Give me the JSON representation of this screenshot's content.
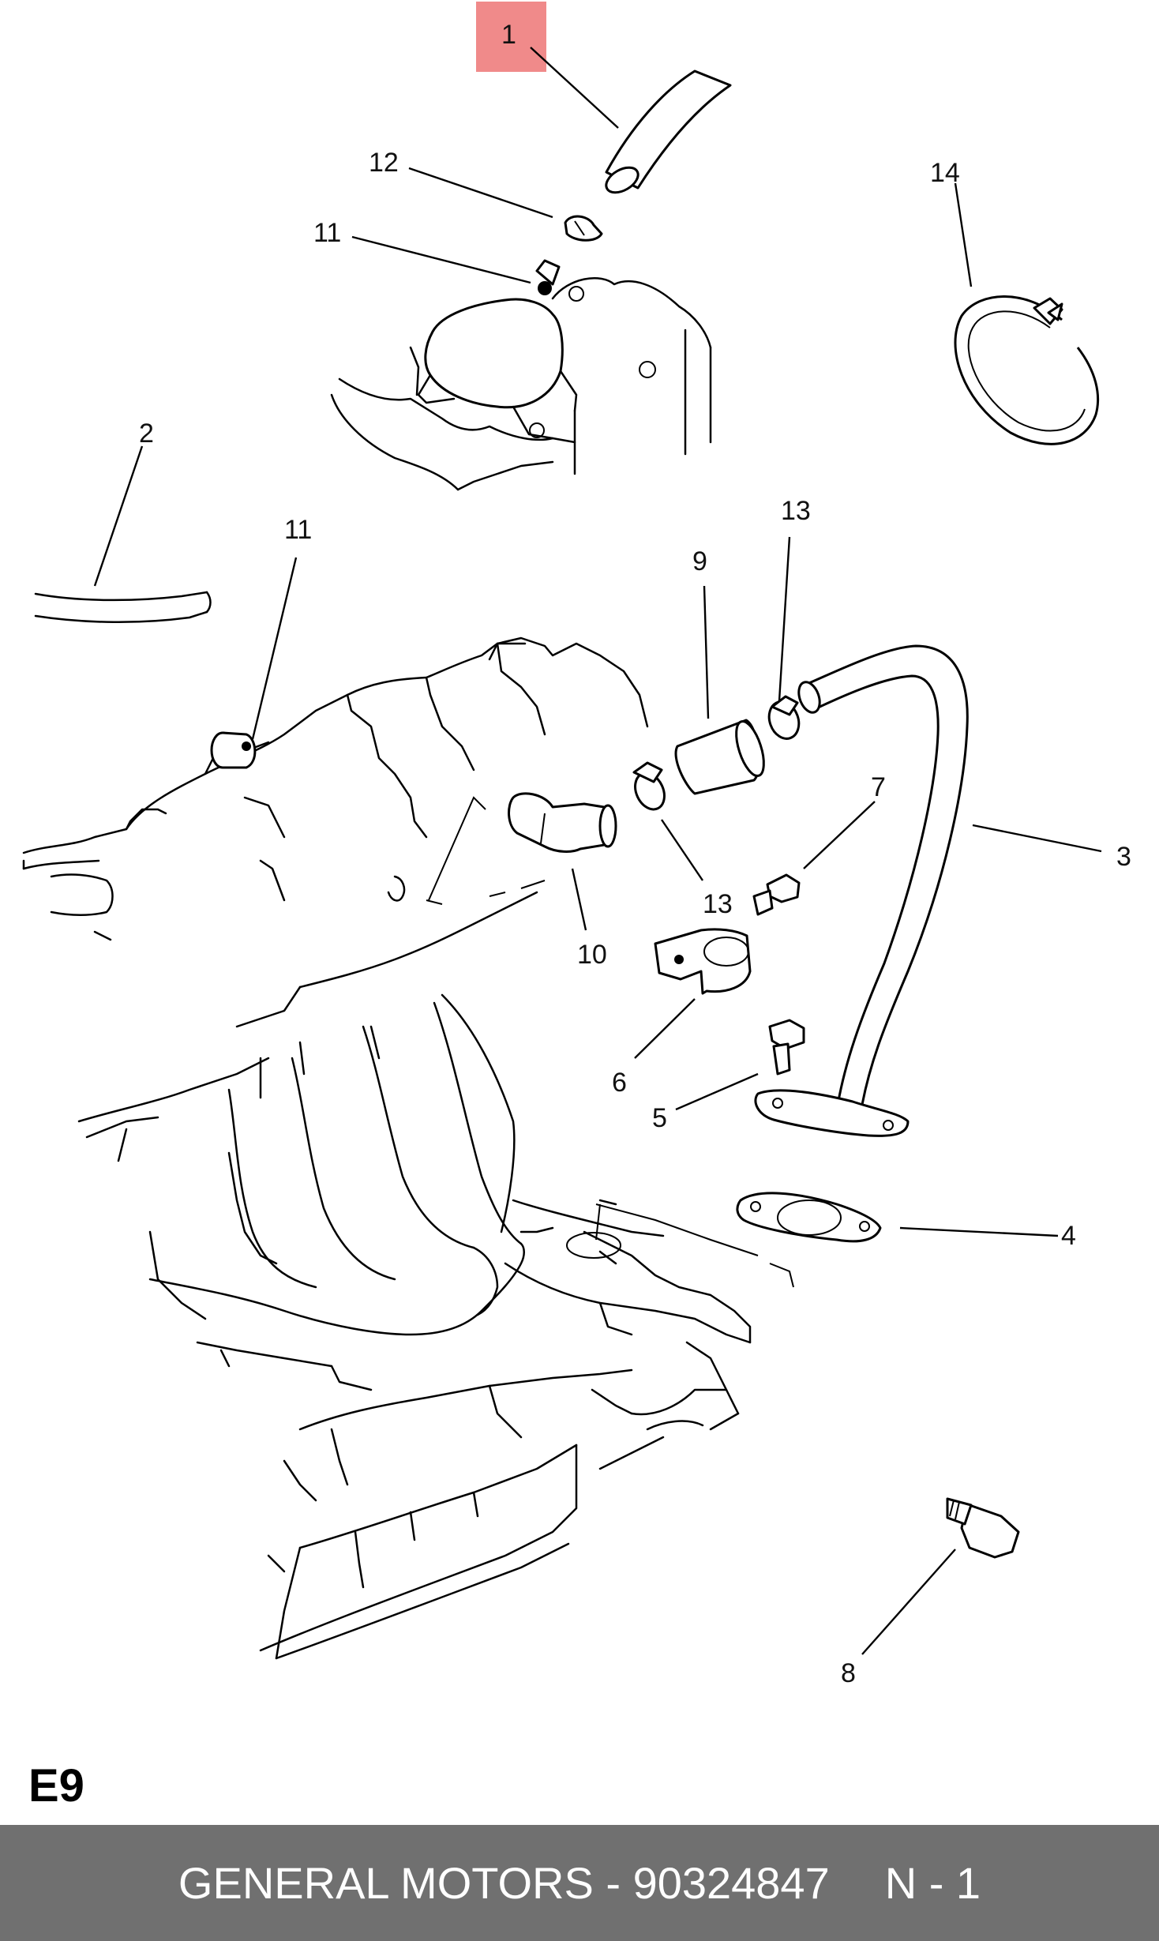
{
  "callouts": {
    "c1": "1",
    "c2": "2",
    "c3": "3",
    "c4": "4",
    "c5": "5",
    "c6": "6",
    "c7": "7",
    "c8": "8",
    "c9": "9",
    "c10": "10",
    "c11a": "11",
    "c11b": "11",
    "c12": "12",
    "c13a": "13",
    "c13b": "13",
    "c14": "14"
  },
  "highlight_color": "#f08a8a",
  "section_code": "E9",
  "footer": {
    "part_label": "GENERAL MOTORS - 90324847",
    "quantity": "N - 1"
  },
  "footer_color": "#707070"
}
